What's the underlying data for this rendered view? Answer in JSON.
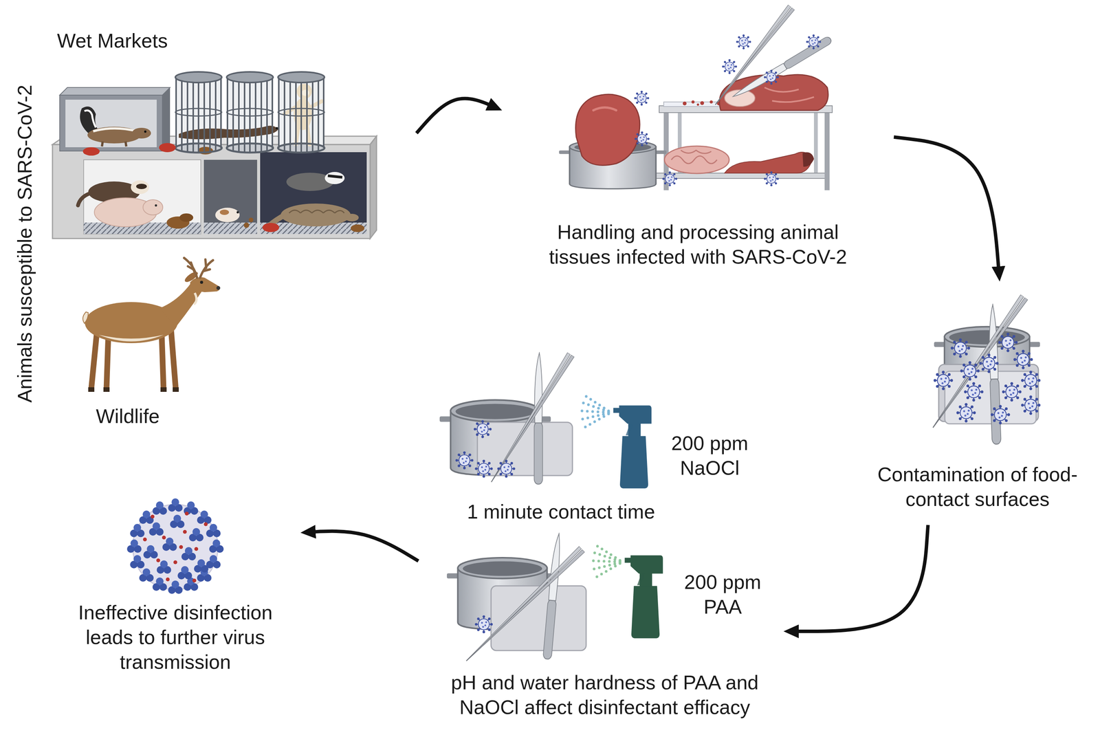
{
  "diagram": {
    "nodes": [
      {
        "text": [
          "Animals susceptible to SARS-CoV-2"
        ]
      },
      {
        "text": [
          "Wet Markets"
        ],
        "in": 0
      },
      {
        "text": [
          "Wildlife"
        ],
        "in": 0
      },
      {
        "text": [
          "Handling and processing animal tissues infected with SARS-CoV-2"
        ]
      },
      {
        "text": [
          "Contamination of food-contact surfaces"
        ]
      },
      {
        "text": [
          "200 ppm NaOCl",
          "1 minute contact time",
          "200 ppm PAA",
          "pH and water hardness of PAA and NaOCl affect disinfectant efficacy"
        ]
      },
      {
        "text": [
          "Ineffective disinfection leads to further virus transmission"
        ]
      }
    ],
    "edges": [
      {
        "from": 1,
        "to": 3,
        "arrow": "to"
      },
      {
        "from": 3,
        "to": 4,
        "arrow": "to"
      },
      {
        "from": 4,
        "to": 5,
        "arrow": "to"
      },
      {
        "from": 5,
        "to": 6,
        "arrow": "to"
      }
    ]
  }
}
